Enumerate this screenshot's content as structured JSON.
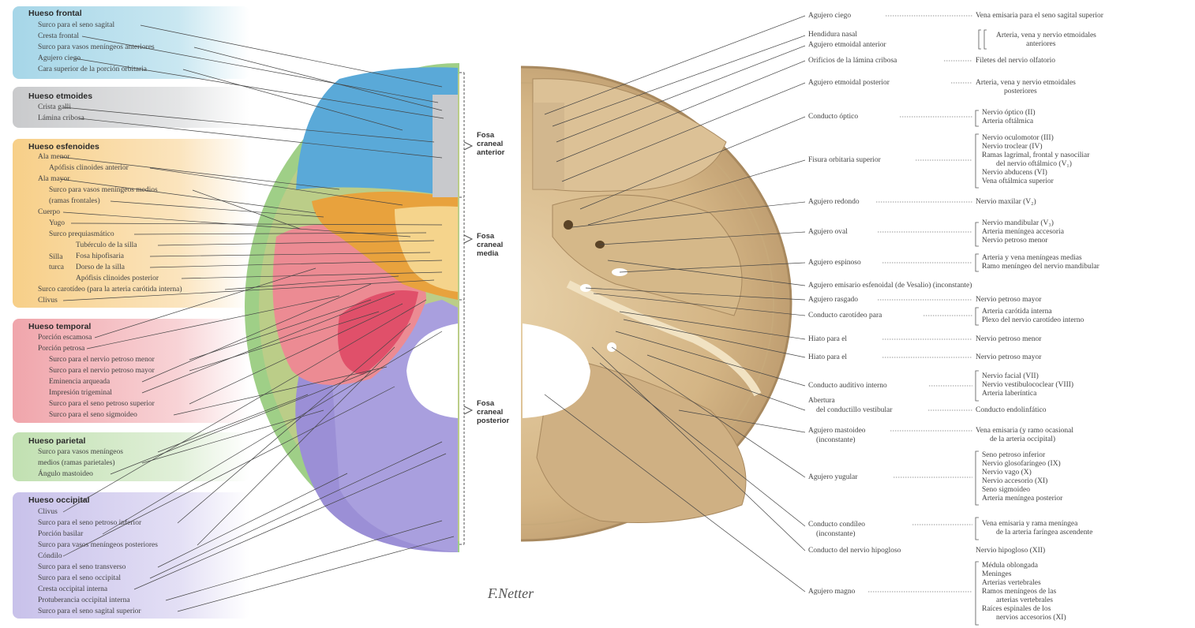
{
  "left_groups": {
    "frontal": {
      "title": "Hueso frontal",
      "items": [
        "Surco para el seno sagital",
        "Cresta frontal",
        "Surco para vasos meníngeos anteriores",
        "Agujero ciego",
        "Cara superior de la porción orbitaria"
      ]
    },
    "etmoides": {
      "title": "Hueso etmoides",
      "items": [
        "Crista galli",
        "Lámina cribosa"
      ]
    },
    "esfenoides": {
      "title": "Hueso esfenoides",
      "items": [
        "Ala menor",
        "Apófisis clinoides anterior",
        "Ala mayor",
        "Surco para vasos meníngeos medios",
        "(ramas frontales)",
        "Cuerpo",
        "Yugo",
        "Surco prequiasmático",
        "Tubérculo de la silla",
        "Fosa hipofisaria",
        "Dorso de la silla",
        "Apófisis clinoides posterior",
        "Surco carotídeo (para la arteria carótida interna)",
        "Clivus"
      ],
      "silla_label": "Silla turca"
    },
    "temporal": {
      "title": "Hueso temporal",
      "items": [
        "Porción escamosa",
        "Porción petrosa",
        "Surco para el nervio petroso menor",
        "Surco para el nervio petroso mayor",
        "Eminencia arqueada",
        "Impresión trigeminal",
        "Surco para el seno petroso superior",
        "Surco para el seno sigmoideo"
      ]
    },
    "parietal": {
      "title": "Hueso parietal",
      "items": [
        "Surco para vasos meníngeos",
        "medios (ramas parietales)",
        "Ángulo mastoideo"
      ]
    },
    "occipital": {
      "title": "Hueso occipital",
      "items": [
        "Clivus",
        "Surco para el seno petroso inferior",
        "Porción basilar",
        "Surco para vasos meníngeos posteriores",
        "Cóndilo",
        "Surco para el seno transverso",
        "Surco para el seno occipital",
        "Cresta occipital interna",
        "Protuberancia occipital interna",
        "Surco para el seno sagital superior"
      ]
    }
  },
  "fosas": {
    "anterior": [
      "Fosa",
      "craneal",
      "anterior"
    ],
    "media": [
      "Fosa",
      "craneal",
      "media"
    ],
    "posterior": [
      "Fosa",
      "craneal",
      "posterior"
    ]
  },
  "right_rows": [
    {
      "left": "Agujero ciego",
      "right": [
        "Vena emisaria para el seno sagital superior"
      ]
    },
    {
      "left": "Hendidura nasal",
      "right": []
    },
    {
      "left": "Agujero etmoidal anterior",
      "right": [
        "Arteria, vena y nervio etmoidales",
        "anteriores"
      ]
    },
    {
      "left": "Orificios de la lámina cribosa",
      "right": [
        "Filetes del nervio olfatorio"
      ]
    },
    {
      "left": "Agujero etmoidal posterior",
      "right": [
        "Arteria, vena y nervio etmoidales",
        "posteriores"
      ]
    },
    {
      "left": "Conducto óptico",
      "right": [
        "Nervio óptico (II)",
        "Arteria oftálmica"
      ]
    },
    {
      "left": "Fisura orbitaria superior",
      "right": [
        "Nervio oculomotor (III)",
        "Nervio troclear (IV)",
        "Ramas lagrimal, frontal y nasociliar",
        "del nervio oftálmico (V₁)",
        "Nervio abducens (VI)",
        "Vena oftálmica superior"
      ]
    },
    {
      "left": "Agujero redondo",
      "right": [
        "Nervio maxilar (V₂)"
      ]
    },
    {
      "left": "Agujero oval",
      "right": [
        "Nervio mandibular (V₃)",
        "Arteria meníngea accesoria",
        "Nervio petroso menor"
      ]
    },
    {
      "left": "Agujero espinoso",
      "right": [
        "Arteria y vena meníngeas medias",
        "Ramo meníngeo del nervio mandibular"
      ]
    },
    {
      "left": "Agujero emisario esfenoidal (de Vesalio) (inconstante)",
      "right": []
    },
    {
      "left": "Agujero rasgado",
      "right": [
        "Nervio petroso mayor"
      ]
    },
    {
      "left": "Conducto carotídeo para",
      "right": [
        "Arteria carótida interna",
        "Plexo del nervio carotídeo interno"
      ]
    },
    {
      "left": "Hiato para el",
      "right": [
        "Nervio petroso menor"
      ]
    },
    {
      "left": "Hiato para el",
      "right": [
        "Nervio petroso mayor"
      ]
    },
    {
      "left": "Conducto auditivo interno",
      "right": [
        "Nervio facial (VII)",
        "Nervio vestibulococlear (VIII)",
        "Arteria laberíntica"
      ]
    },
    {
      "left": "Abertura",
      "right": []
    },
    {
      "left": "del conductillo vestibular",
      "right": [
        "Conducto endolinfático"
      ]
    },
    {
      "left": "Agujero mastoideo",
      "right": [
        "Vena emisaria (y ramo ocasional",
        "de la arteria occipital)"
      ]
    },
    {
      "left": "(inconstante)",
      "right": []
    },
    {
      "left": "Agujero yugular",
      "right": [
        "Seno petroso inferior",
        "Nervio glosofaríngeo (IX)",
        "Nervio vago (X)",
        "Nervio accesorio (XI)",
        "Seno sigmoideo",
        "Arteria meníngea posterior"
      ]
    },
    {
      "left": "Conducto condíleo",
      "right": [
        "Vena emisaria y rama meníngea",
        "de la arteria faríngea ascendente"
      ]
    },
    {
      "left": "(inconstante)",
      "right": []
    },
    {
      "left": "Conducto del nervio hipogloso",
      "right": [
        "Nervio hipogloso (XII)"
      ]
    },
    {
      "left": "Agujero magno",
      "right": [
        "Médula oblongada",
        "Meninges",
        "Arterias vertebrales",
        "Ramos meníngeos de las",
        "arterias vertebrales",
        "Raíces espinales de los",
        "nervios accesorios (XI)"
      ]
    }
  ],
  "signature": "F.Netter",
  "colors": {
    "frontal": "#5aa9d8",
    "etmoides": "#c8c9cc",
    "esfenoides": "#f2b25a",
    "temporal": "#e8727a",
    "parietal": "#9fcf87",
    "occipital": "#9b8fd6",
    "bone": "#d9bf92"
  }
}
